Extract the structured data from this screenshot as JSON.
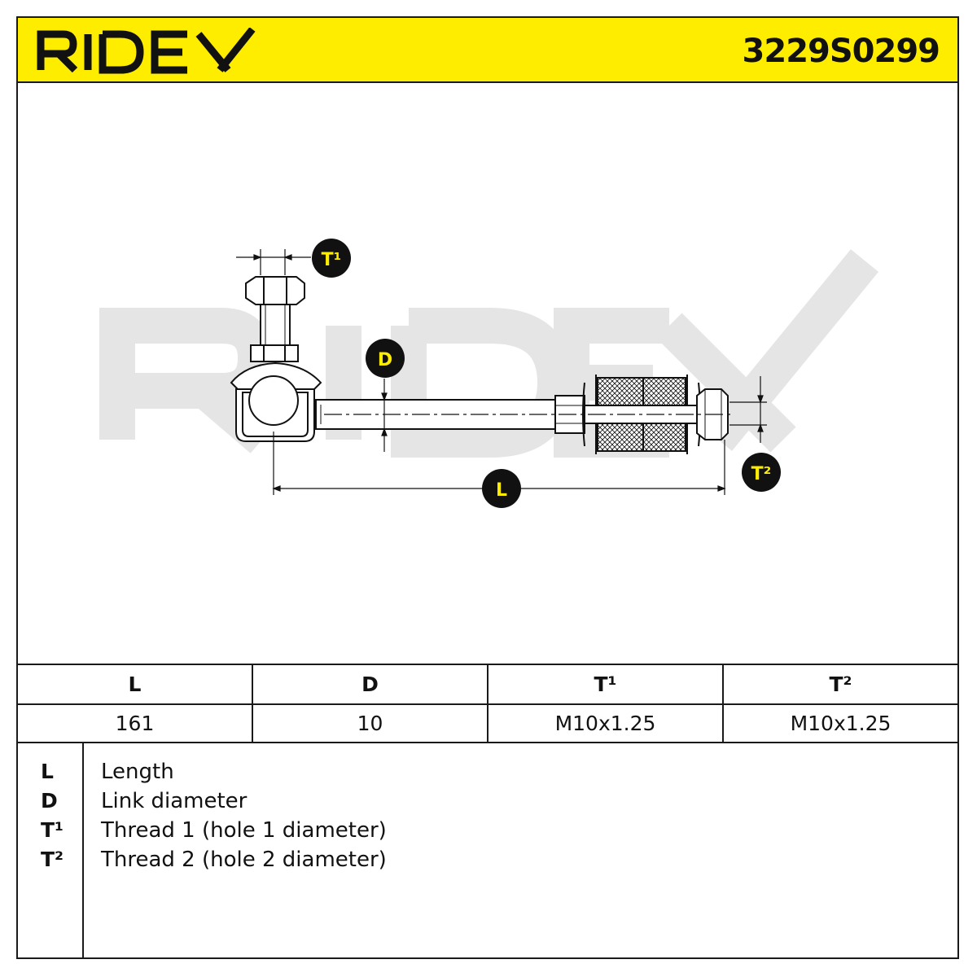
{
  "header": {
    "logo_text": "RIDEX",
    "part_number": "3229S0299",
    "background_color": "#ffed00"
  },
  "diagram": {
    "watermark_text": "RIDEX",
    "labels": {
      "t1": "T¹",
      "d": "D",
      "l": "L",
      "t2": "T²"
    }
  },
  "spec_table": {
    "headers": [
      "L",
      "D",
      "T¹",
      "T²"
    ],
    "values": [
      "161",
      "10",
      "M10x1.25",
      "M10x1.25"
    ]
  },
  "legend": [
    {
      "key": "L",
      "description": "Length"
    },
    {
      "key": "D",
      "description": "Link diameter"
    },
    {
      "key": "T¹",
      "description": "Thread 1 (hole 1 diameter)"
    },
    {
      "key": "T²",
      "description": "Thread 2 (hole 2 diameter)"
    }
  ]
}
